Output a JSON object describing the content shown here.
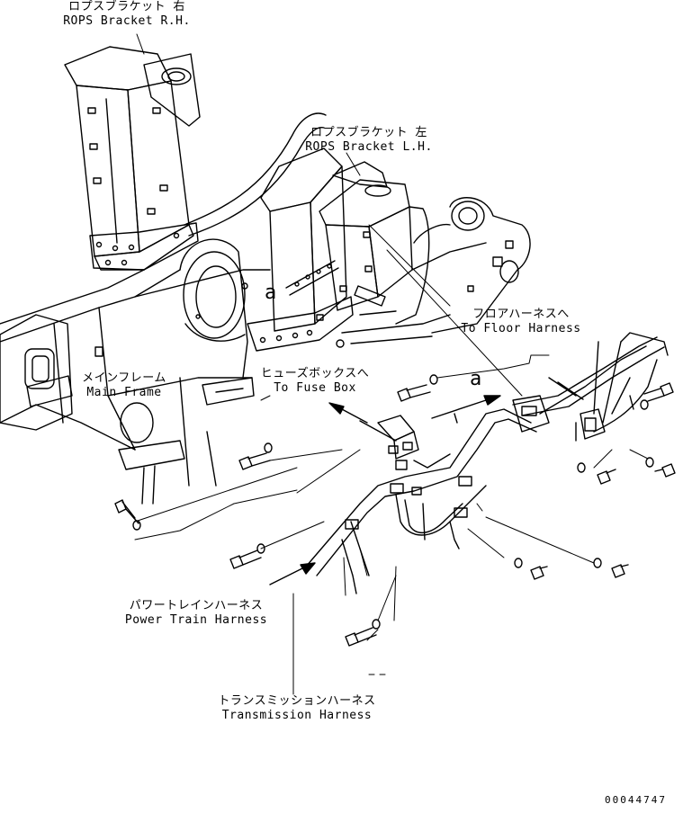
{
  "labels": {
    "rops_rh": {
      "jp": "ロプスブラケット 右",
      "en": "ROPS Bracket R.H."
    },
    "rops_lh": {
      "jp": "ロプスブラケット 左",
      "en": "ROPS Bracket L.H."
    },
    "main_frame": {
      "jp": "メインフレーム",
      "en": "Main Frame"
    },
    "fuse_box": {
      "jp": "ヒューズボックスへ",
      "en": "To Fuse Box"
    },
    "floor_harness": {
      "jp": "フロアハーネスへ",
      "en": "To Floor Harness"
    },
    "power_train": {
      "jp": "パワートレインハーネス",
      "en": "Power Train Harness"
    },
    "transmission": {
      "jp": "トランスミッションハーネス",
      "en": "Transmission Harness"
    }
  },
  "markers": {
    "a_left": "a",
    "a_right": "a"
  },
  "document_number": "00044747"
}
